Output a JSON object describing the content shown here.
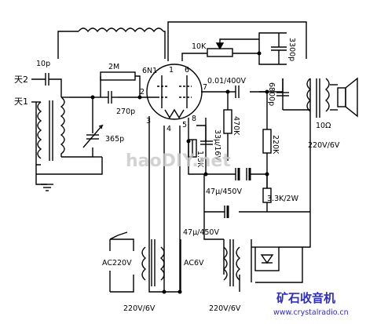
{
  "labels": {
    "ant2": "天2",
    "ant1": "天1",
    "c10p": "10p",
    "r2m": "2M",
    "c270p": "270p",
    "c365p": "365p",
    "tube": "6N1",
    "pin1": "1",
    "pin6": "6",
    "pin2": "2",
    "pin7": "7",
    "pin3": "3",
    "pin4": "4",
    "pin5": "5",
    "pin8": "8",
    "r10k": "10K",
    "c3300p": "3300p",
    "c001": "0.01/400V",
    "c6800p": "6800p",
    "r470k": "470K",
    "c33u": "33μ/16V",
    "r1k5": "1.5K",
    "r220k": "220K",
    "spk": "10Ω",
    "ot": "220V/6V",
    "c47u_a": "47μ/450V",
    "r33k": "3.3K/2W",
    "c47u_b": "47μ/450V",
    "ac220": "AC220V",
    "ac6": "AC6V",
    "pt1": "220V/6V",
    "pt2": "220V/6V"
  },
  "watermark": "haoDIY.net",
  "brand": {
    "title": "矿石收音机",
    "url": "www.crystalradio.cn",
    "color": "#2b2bd0"
  }
}
